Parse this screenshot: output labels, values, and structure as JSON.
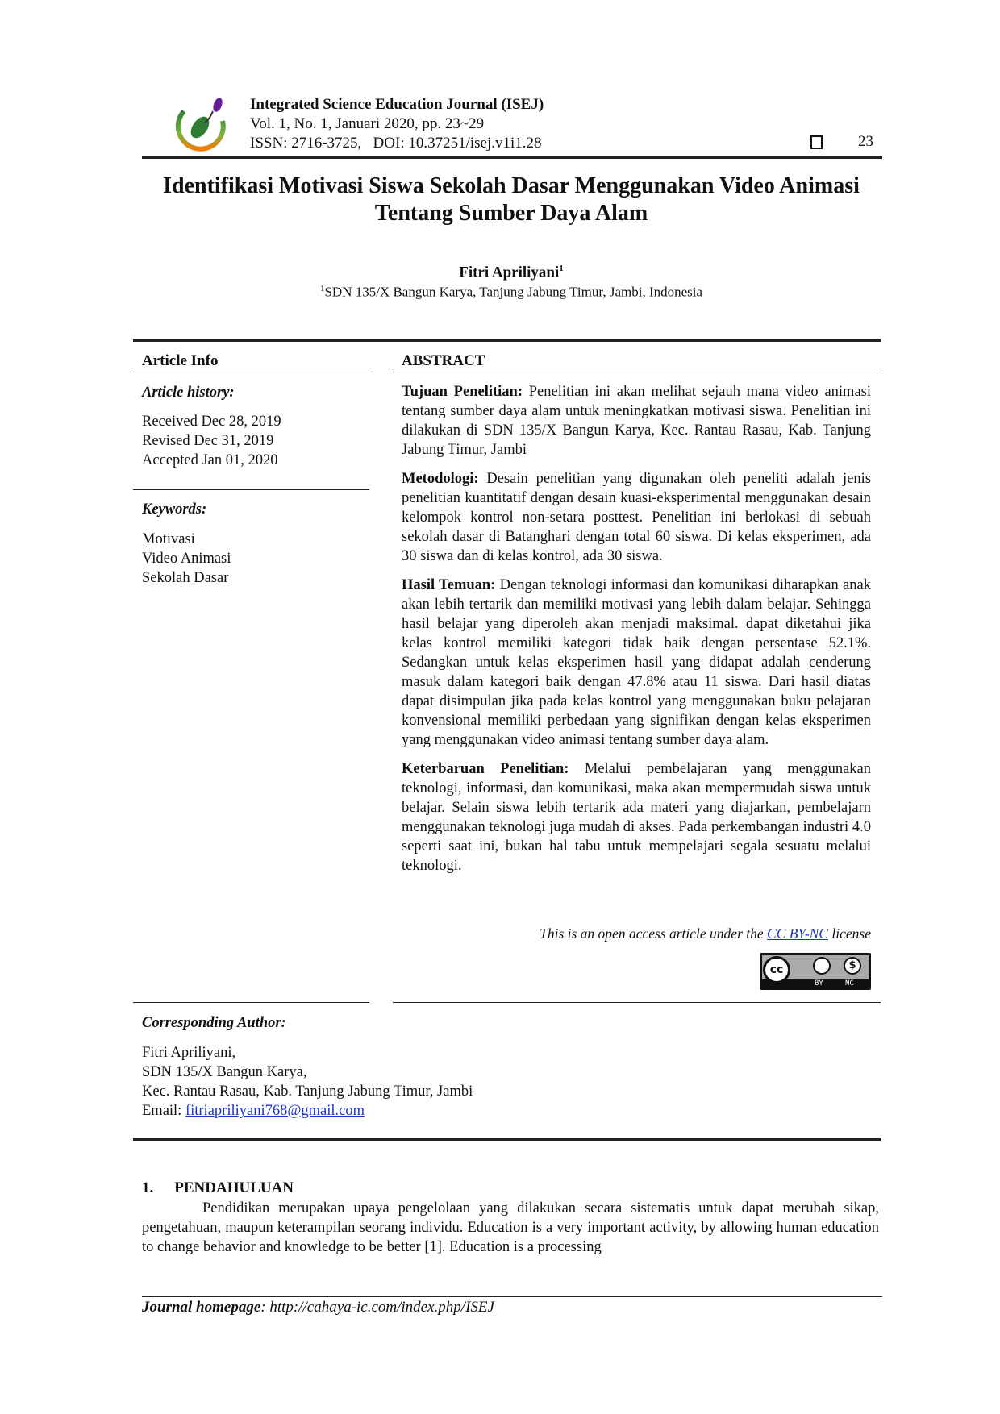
{
  "header": {
    "journal": "Integrated Science Education Journal (ISEJ)",
    "volume": "Vol. 1, No. 1, Januari 2020, pp. 23~29",
    "issn": "ISSN: 2716-3725,",
    "doi": "DOI: 10.37251/isej.v1i1.28",
    "page": "23"
  },
  "title_line1": "Identifikasi Motivasi Siswa Sekolah Dasar Menggunakan Video Animasi",
  "title_line2": "Tentang Sumber Daya Alam",
  "author": {
    "name": "Fitri Apriliyani",
    "sup": "1",
    "affil_sup": "1",
    "affiliation": "SDN 135/X Bangun Karya, Tanjung Jabung Timur, Jambi, Indonesia"
  },
  "article_info": {
    "heading": "Article Info",
    "history_label": "Article history:",
    "received": "Received Dec 28, 2019",
    "revised": "Revised Dec 31, 2019",
    "accepted": "Accepted Jan 01, 2020",
    "keywords_label": "Keywords:",
    "keywords": [
      "Motivasi",
      "Video Animasi",
      "Sekolah Dasar"
    ]
  },
  "abstract": {
    "heading": "ABSTRACT",
    "paragraphs": [
      {
        "label": "Tujuan Penelitian:",
        "text": " Penelitian ini akan melihat sejauh mana video animasi tentang sumber daya alam untuk meningkatkan motivasi siswa.  Penelitian ini dilakukan di SDN 135/X Bangun Karya, Kec. Rantau Rasau, Kab. Tanjung Jabung Timur, Jambi"
      },
      {
        "label": "Metodologi:",
        "text": " Desain penelitian yang digunakan oleh peneliti adalah jenis penelitian kuantitatif dengan desain kuasi-eksperimental menggunakan desain kelompok kontrol non-setara posttest. Penelitian ini berlokasi di sebuah sekolah dasar di Batanghari dengan total 60 siswa. Di kelas eksperimen, ada 30 siswa dan di kelas kontrol, ada 30 siswa."
      },
      {
        "label": "Hasil Temuan:",
        "text": " Dengan teknologi informasi dan komunikasi diharapkan anak akan lebih tertarik dan memiliki motivasi yang lebih dalam belajar. Sehingga hasil belajar yang diperoleh akan menjadi maksimal. dapat diketahui jika kelas kontrol memiliki kategori tidak baik dengan persentase 52.1%. Sedangkan untuk kelas eksperimen hasil yang didapat adalah cenderung masuk dalam kategori baik dengan 47.8% atau 11 siswa. Dari hasil diatas dapat disimpulan jika pada kelas kontrol yang menggunakan buku pelajaran konvensional memiliki perbedaan yang signifikan dengan kelas eksperimen yang menggunakan video animasi tentang sumber daya alam."
      },
      {
        "label": "Keterbaruan Penelitian:",
        "text": " Melalui pembelajaran yang menggunakan teknologi, informasi, dan komunikasi, maka akan mempermudah siswa untuk belajar. Selain siswa lebih tertarik ada materi yang diajarkan, pembelajarn menggunakan teknologi juga mudah di akses. Pada perkembangan industri 4.0 seperti saat ini, bukan hal tabu untuk mempelajari segala sesuatu melalui teknologi."
      }
    ],
    "license_pre": "This is an open access article under the ",
    "license_link": "CC BY-NC",
    "license_post": " license",
    "badge": {
      "cc": "cc",
      "by": "BY",
      "nc": "NC"
    }
  },
  "corresponding": {
    "label": "Corresponding Author:",
    "lines": [
      "Fitri Apriliyani,",
      "SDN 135/X Bangun Karya,",
      "Kec. Rantau Rasau, Kab. Tanjung Jabung Timur, Jambi"
    ],
    "email_label": "Email: ",
    "email": "fitriapriliyani768@gmail.com"
  },
  "section1": {
    "number": "1.",
    "title": "PENDAHULUAN",
    "text": "Pendidikan merupakan upaya pengelolaan yang dilakukan secara sistematis untuk dapat merubah sikap, pengetahuan, maupun keterampilan seorang individu. Education is a very important activity, by allowing human education to change behavior and knowledge to be better [1]. Education is a processing"
  },
  "footer": {
    "label": "Journal homepage",
    "url": ": http://cahaya-ic.com/index.php/ISEJ"
  }
}
